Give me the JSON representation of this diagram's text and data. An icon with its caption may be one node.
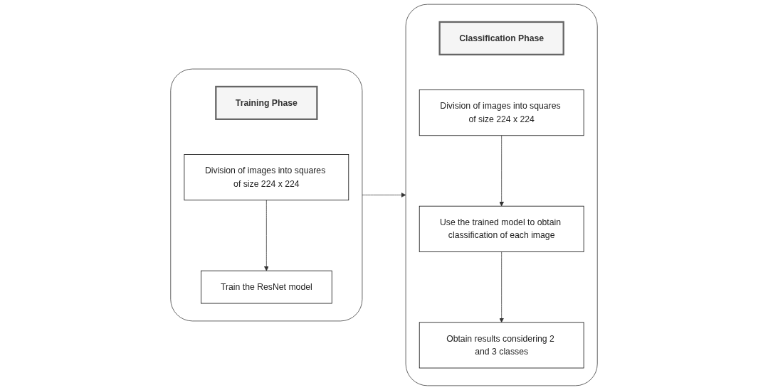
{
  "diagram": {
    "nodes": [
      {
        "text": [],
        "shape": "box"
      },
      {
        "text": [
          "Training Phase"
        ],
        "in": 0
      },
      {
        "text": [
          "Division of images into squares of size 224 x 224"
        ],
        "in": 0
      },
      {
        "text": [
          "Train the ResNet model"
        ],
        "in": 0
      },
      {
        "text": [],
        "shape": "box"
      },
      {
        "text": [
          "Classification Phase"
        ],
        "in": 4
      },
      {
        "text": [
          "Division of images into squares of size 224 x 224"
        ],
        "in": 4
      },
      {
        "text": [
          "Use the trained model to obtain classification of each image"
        ],
        "in": 4
      },
      {
        "text": [
          "Obtain results considering 2 and 3 classes"
        ],
        "in": 4
      }
    ],
    "edges": [
      {
        "from": 2,
        "to": 3,
        "arrow": "to"
      },
      {
        "from": 0,
        "to": 4,
        "arrow": "to"
      },
      {
        "from": 6,
        "to": 7,
        "arrow": "to"
      },
      {
        "from": 7,
        "to": 8,
        "arrow": "to"
      }
    ]
  }
}
